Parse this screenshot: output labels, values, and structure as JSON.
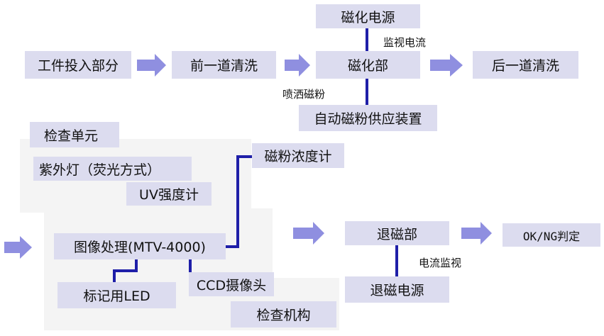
{
  "colors": {
    "box": "#dcdcef",
    "arrow": "#8f8fe0",
    "line": "#1f1fa8",
    "panel": "#f4f4f4"
  },
  "top": {
    "workpiece_input": "工件投入部分",
    "pre_wash": "前一道清洗",
    "magnetize": "磁化部",
    "post_wash": "后一道清洗",
    "mag_power": "磁化电源",
    "monitor_current": "监视电流",
    "spray_powder": "喷洒磁粉",
    "auto_supply": "自动磁粉供应装置"
  },
  "inspection": {
    "unit": "检查单元",
    "uv_lamp": "紫外灯（荧光方式）",
    "uv_meter": "UV强度计",
    "concentration_meter": "磁粉浓度计",
    "image_processing": "图像处理(MTV-4000)",
    "marker_led": "标记用LED",
    "ccd_camera": "CCD摄像头",
    "mechanism": "检查机构"
  },
  "demag": {
    "section": "退磁部",
    "power": "退磁电源",
    "current_monitor": "电流监视",
    "judgement": "OK/NG判定"
  }
}
